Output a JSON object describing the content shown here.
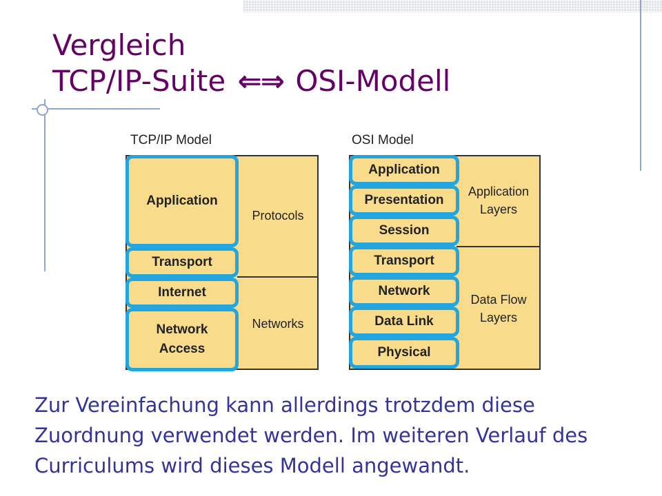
{
  "slide": {
    "title_line1": "Vergleich",
    "title_line2_left": "TCP/IP-Suite",
    "title_arrows": "⇐⇒",
    "title_line2_right": "OSI-Modell",
    "caption": "Zur Vereinfachung kann allerdings trotzdem diese Zuordnung verwendet werden. Im weiteren Verlauf des Curriculums wird dieses Modell angewandt."
  },
  "tcpip_model": {
    "title": "TCP/IP Model",
    "layers": [
      "Application",
      "Transport",
      "Internet",
      "Network\nAccess"
    ],
    "groups": [
      "Protocols",
      "Networks"
    ]
  },
  "osi_model": {
    "title": "OSI Model",
    "layers": [
      "Application",
      "Presentation",
      "Session",
      "Transport",
      "Network",
      "Data Link",
      "Physical"
    ],
    "groups": [
      "Application\nLayers",
      "Data Flow\nLayers"
    ]
  },
  "colors": {
    "title": "#660066",
    "caption": "#333399",
    "layer_fill": "#f8dc8c",
    "layer_border": "#23a5dd",
    "decoration": "#8ea4d2"
  }
}
